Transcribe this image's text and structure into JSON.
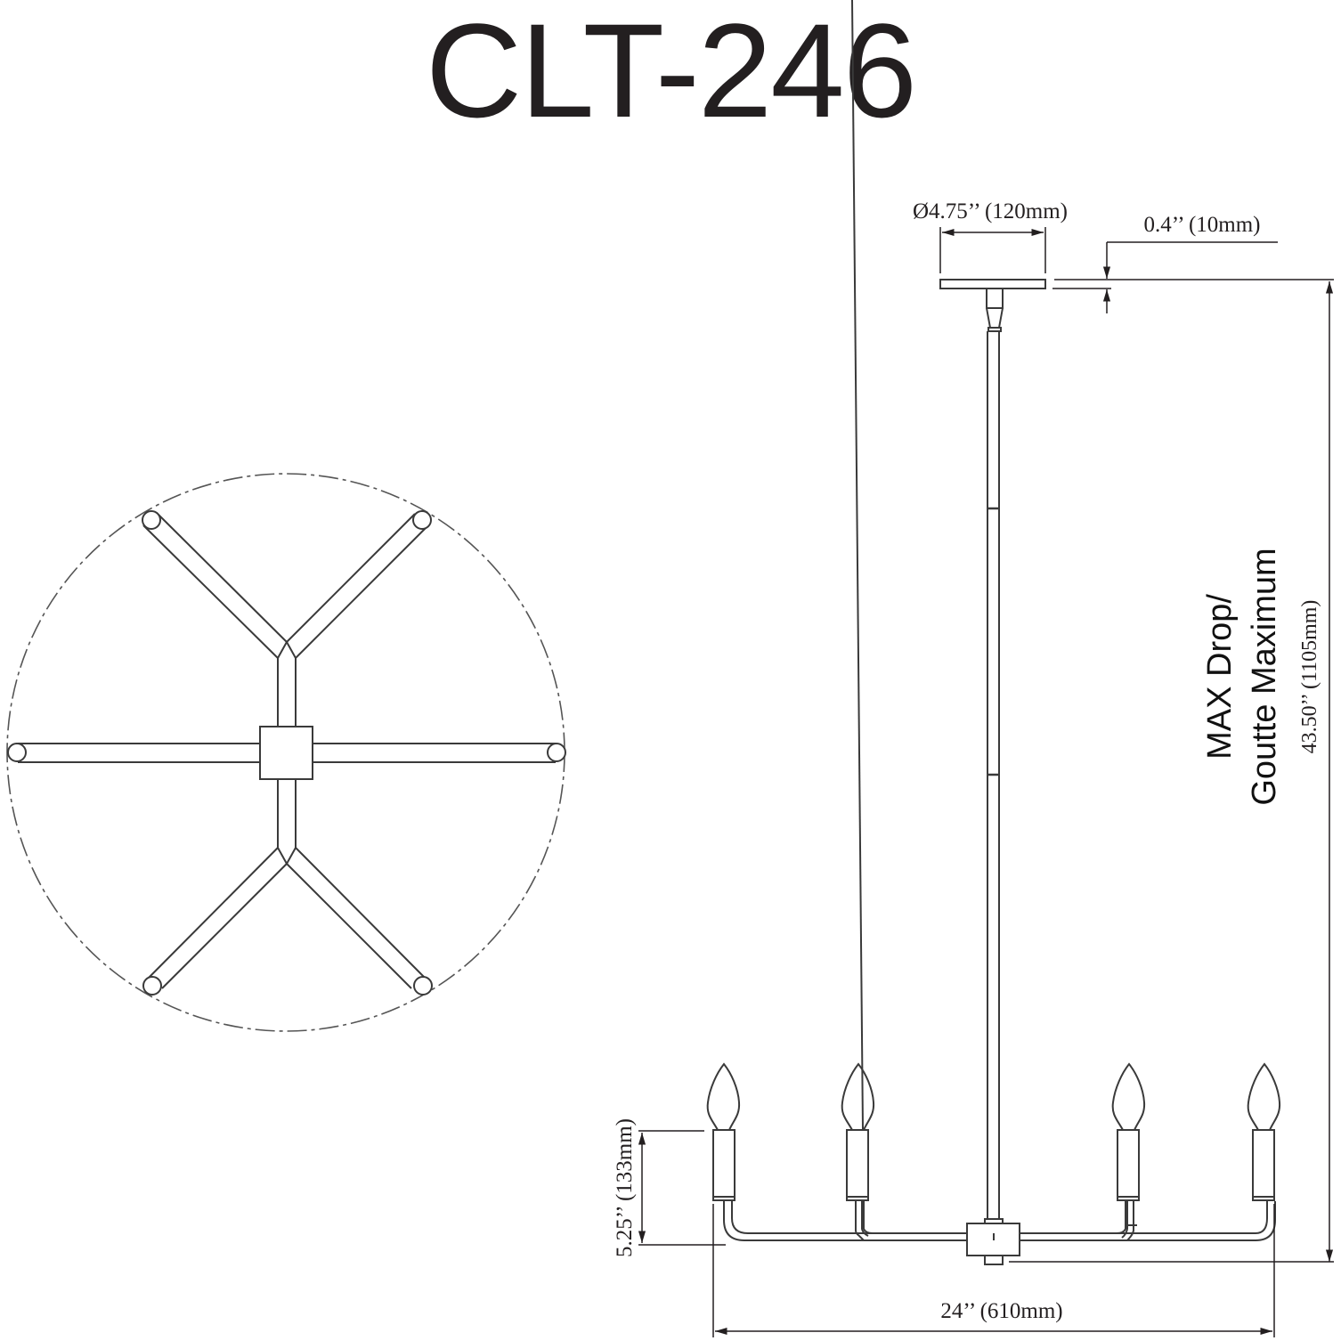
{
  "title": "CLT-246",
  "top_view": {
    "description": "Top view: six-arm Y-shaped frame inside dashed circular outline",
    "arm_count": 6
  },
  "side_view": {
    "canopy_diameter": "Ø4.75’’ (120mm)",
    "canopy_height": "0.4’’ (10mm)",
    "max_drop_line1": "MAX Drop/",
    "max_drop_line2": "Goutte Maximum",
    "max_drop_value": "43.50’’ (1105mm)",
    "candle_height": "5.25’’ (133mm)",
    "width": "24’’ (610mm)",
    "visible_candles": 4
  },
  "colors": {
    "ink": "#231f20",
    "line": "#3a3a3a",
    "background": "#ffffff"
  }
}
